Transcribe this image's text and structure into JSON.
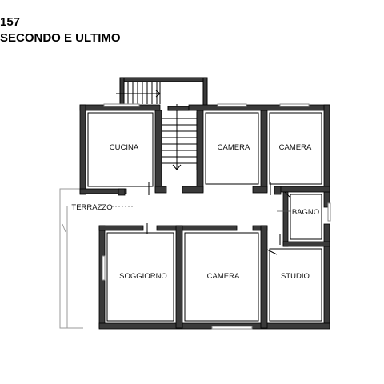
{
  "header": {
    "number": "157",
    "floor": "SECONDO E ULTIMO"
  },
  "rooms": {
    "cucina": "CUCINA",
    "camera_top_center": "CAMERA",
    "camera_top_right": "CAMERA",
    "terrazzo": "TERRAZZO",
    "bagno": "BAGNO",
    "soggiorno": "SOGGIORNO",
    "camera_bottom_center": "CAMERA",
    "studio": "STUDIO"
  },
  "colors": {
    "wall": "#3a3a3a",
    "wall_outline": "#000000",
    "terrace_line": "#9a9a9a",
    "window": "#8a8a8a"
  }
}
